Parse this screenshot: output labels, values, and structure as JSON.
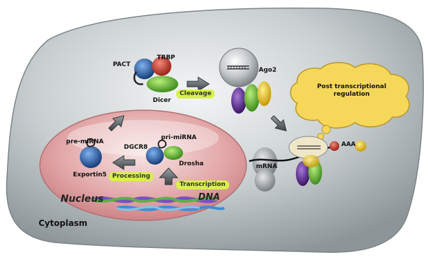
{
  "labels": {
    "pact": "PACT",
    "trbp": "TRBP",
    "dicer": "Dicer",
    "cleavage": "Cleavage",
    "ago2": "Ago2",
    "post_transcriptional": "Post transcriptional regulation",
    "pre_mirna": "pre-miRNA",
    "dgcr8": "DGCR8",
    "pri_mirna": "pri-miRNA",
    "drosha": "Drosha",
    "exportin5": "Exportin5",
    "processing": "Processing",
    "transcription": "Transcription",
    "nucleus": "Nucleus",
    "dna": "DNA",
    "mrna": "mRNA",
    "aaa": "AAA",
    "cytoplasm": "Cytoplasm"
  },
  "colors": {
    "cell": "#9aa3a6",
    "nucleus": "#d99a9c",
    "highlight": "#d8f04a",
    "bubble": "#f5d85a",
    "blue_protein": "#1f5aa6",
    "red_protein": "#d23b2f",
    "green_protein": "#6ec33a",
    "purple_protein": "#5a2a8a",
    "yellow_protein": "#e6c31a"
  },
  "icons": {
    "flow_arrows": "grey-3d-arrow",
    "cell": "cell-membrane",
    "nucleus": "nucleus-envelope",
    "dna": "dna-helix"
  }
}
